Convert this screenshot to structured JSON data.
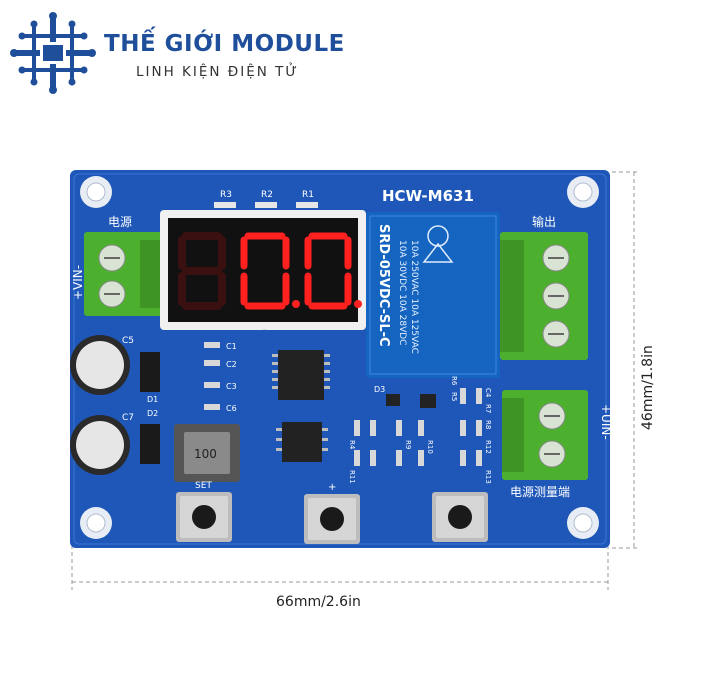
{
  "brand": {
    "title": "THẾ GIỚI MODULE",
    "subtitle": "LINH KIỆN ĐIỆN TỬ",
    "colors": {
      "primary": "#1f4e9a"
    }
  },
  "board": {
    "model": "HCW-M631",
    "display_digits": "0.0.0",
    "labels": {
      "power": "电源",
      "output": "输出",
      "measure": "电源测量端",
      "vin": "+VIN-",
      "uin": "+UIN-",
      "set": "SET",
      "plus": "+"
    },
    "relay_text": [
      "10A 250VAC 10A 125VAC",
      "10A 30VDC 10A 28VDC",
      "SRD-05VDC-SL-C"
    ],
    "inductor_text": "100",
    "component_labels": [
      "R3",
      "R2",
      "R1",
      "C5",
      "C7",
      "D1",
      "D2",
      "D3",
      "C1",
      "C2",
      "C3",
      "C6",
      "C4",
      "R4",
      "R5",
      "R6",
      "R7",
      "R8",
      "R9",
      "R10",
      "R11",
      "R12",
      "R13"
    ],
    "colors": {
      "pcb": "#1e57b8",
      "terminal": "#4caf2e",
      "relay": "#1565c0",
      "display_led": "#ff2020"
    }
  },
  "dimensions": {
    "width": "66mm/2.6in",
    "height": "46mm/1.8in"
  }
}
